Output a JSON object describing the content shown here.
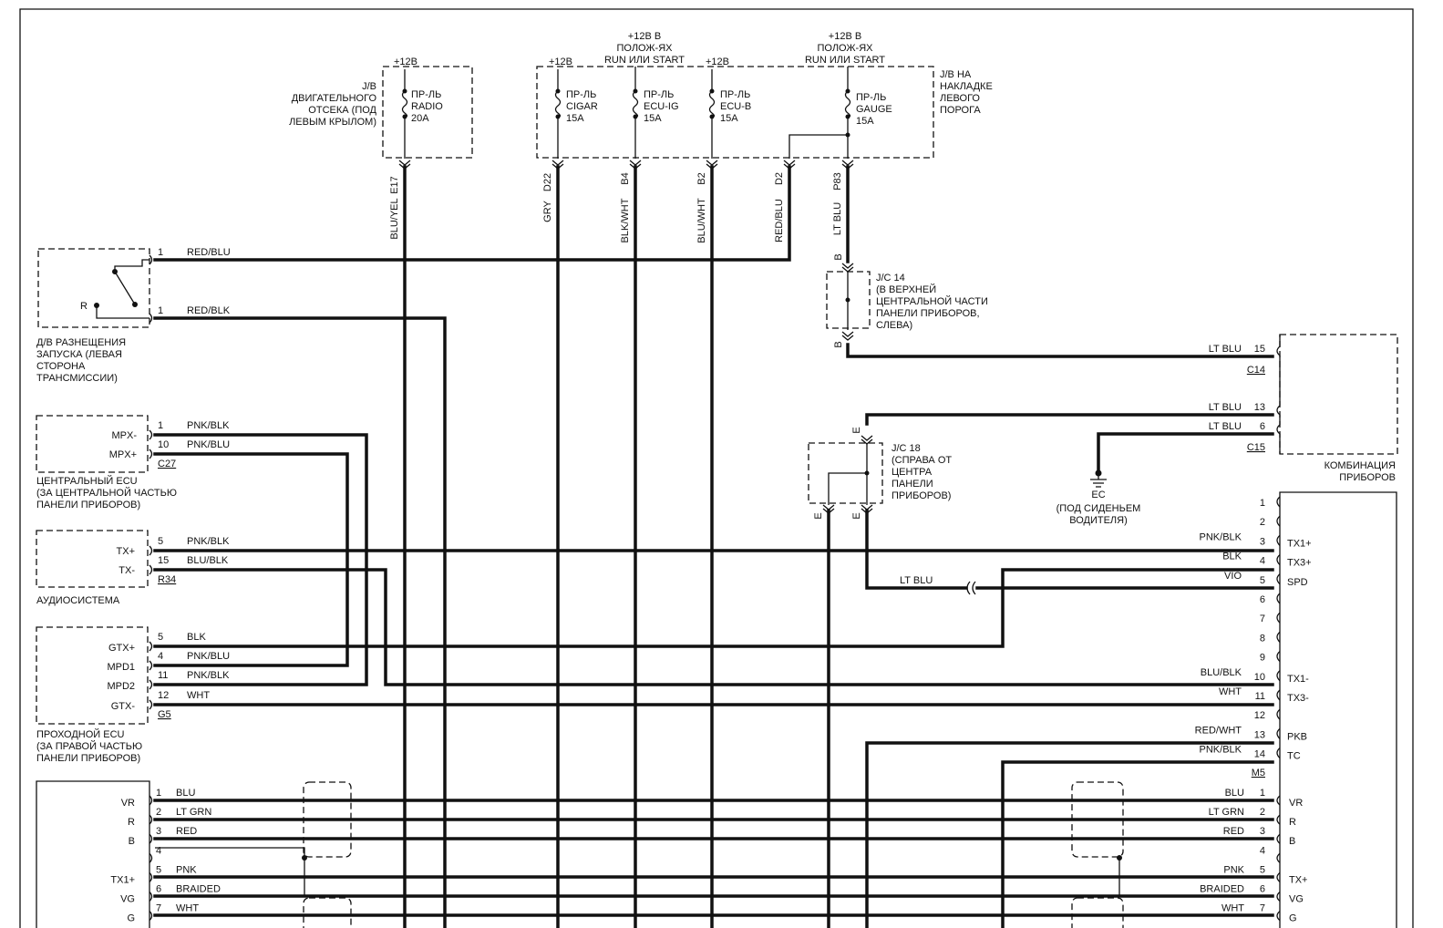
{
  "relay_block_engine": {
    "label": [
      "J/B",
      "ДВИГАТЕЛЬНОГО",
      "ОТСЕКА (ПОД",
      "ЛЕВЫМ КРЫЛОМ)"
    ],
    "supply": "+12В",
    "fuse": [
      "ПР-ЛЬ",
      "RADIO",
      "20A"
    ],
    "terminal": "E17",
    "wire": "BLU/YEL"
  },
  "relay_block_kick": {
    "label": [
      "J/B НА",
      "НАКЛАДКЕ",
      "ЛЕВОГО",
      "ПОРОГА"
    ],
    "header_run_start": [
      "+12В В",
      "ПОЛОЖ-ЯХ",
      "RUN ИЛИ START"
    ],
    "supply": "+12В",
    "fuses": [
      {
        "name": [
          "ПР-ЛЬ",
          "CIGAR",
          "15A"
        ],
        "terminal": "D22",
        "wire": "GRY"
      },
      {
        "name": [
          "ПР-ЛЬ",
          "ECU-IG",
          "15A"
        ],
        "terminal": "B4",
        "wire": "BLK/WHT"
      },
      {
        "name": [
          "ПР-ЛЬ",
          "ECU-B",
          "15A"
        ],
        "terminal": "B2",
        "wire": "BLU/WHT"
      },
      {
        "name": [
          "ПР-ЛЬ",
          "GAUGE",
          "15A"
        ],
        "terminal": "P83",
        "wire": "LT BLU"
      }
    ],
    "d2": {
      "terminal": "D2",
      "wire": "RED/BLU"
    }
  },
  "park_switch": {
    "label": [
      "Д/В РАЗНЕЩЕНИЯ",
      "ЗАПУСКА (ЛЕВАЯ",
      "СТОРОНА",
      "ТРАНСМИССИИ)"
    ],
    "pin_r": "R",
    "pins": [
      {
        "num": "1",
        "wire": "RED/BLU"
      },
      {
        "num": "1",
        "wire": "RED/BLK"
      }
    ]
  },
  "central_ecu": {
    "label": [
      "ЦЕНТРАЛЬНЫЙ ECU",
      "(ЗА ЦЕНТРАЛЬНОЙ ЧАСТЬЮ",
      "ПАНЕЛИ ПРИБОРОВ)"
    ],
    "connector": "C27",
    "pins": [
      {
        "name": "MPX-",
        "num": "1",
        "wire": "PNK/BLK"
      },
      {
        "name": "MPX+",
        "num": "10",
        "wire": "PNK/BLU"
      }
    ]
  },
  "audio": {
    "label": "АУДИОСИСТЕМА",
    "connector": "R34",
    "pins": [
      {
        "name": "TX+",
        "num": "5",
        "wire": "PNK/BLK"
      },
      {
        "name": "TX-",
        "num": "15",
        "wire": "BLU/BLK"
      }
    ]
  },
  "gateway_ecu": {
    "label": [
      "ПРОХОДНОЙ ECU",
      "(ЗА ПРАВОЙ ЧАСТЬЮ",
      "ПАНЕЛИ ПРИБОРОВ)"
    ],
    "connector": "G5",
    "pins": [
      {
        "name": "GTX+",
        "num": "5",
        "wire": "BLK"
      },
      {
        "name": "MPD1",
        "num": "4",
        "wire": "PNK/BLU"
      },
      {
        "name": "MPD2",
        "num": "11",
        "wire": "PNK/BLK"
      },
      {
        "name": "GTX-",
        "num": "12",
        "wire": "WHT"
      }
    ]
  },
  "jc14": {
    "label": [
      "J/C 14",
      "(В ВЕРХНЕЙ",
      "ЦЕНТРАЛЬНОЙ ЧАСТИ",
      "ПАНЕЛИ ПРИБОРОВ,",
      "СЛЕВА)"
    ],
    "pin": "B"
  },
  "jc18": {
    "label": [
      "J/C 18",
      "(СПРАВА ОТ",
      "ЦЕНТРА",
      "ПАНЕЛИ",
      "ПРИБОРОВ)"
    ],
    "pin": "E",
    "wire": "LT BLU"
  },
  "ground": {
    "name": "EC",
    "label": [
      "(ПОД СИДЕНЬЕМ",
      "ВОДИТЕЛЯ)"
    ]
  },
  "cluster": {
    "label": [
      "КОМБИНАЦИЯ",
      "ПРИБОРОВ"
    ],
    "c14": {
      "connector": "C14",
      "pins": [
        {
          "num": "15",
          "wire": "LT BLU"
        }
      ]
    },
    "c15": {
      "connector": "C15",
      "pins": [
        {
          "num": "13",
          "wire": "LT BLU"
        },
        {
          "num": "6",
          "wire": "LT BLU"
        }
      ]
    }
  },
  "m5": {
    "connector": "M5",
    "pins": [
      {
        "num": "1",
        "wire": "",
        "name": ""
      },
      {
        "num": "2",
        "wire": "",
        "name": ""
      },
      {
        "num": "3",
        "wire": "PNK/BLK",
        "name": "TX1+"
      },
      {
        "num": "4",
        "wire": "BLK",
        "name": "TX3+"
      },
      {
        "num": "5",
        "wire": "VIO",
        "name": "SPD"
      },
      {
        "num": "6",
        "wire": "",
        "name": ""
      },
      {
        "num": "7",
        "wire": "",
        "name": ""
      },
      {
        "num": "8",
        "wire": "",
        "name": ""
      },
      {
        "num": "9",
        "wire": "",
        "name": ""
      },
      {
        "num": "10",
        "wire": "BLU/BLK",
        "name": "TX1-"
      },
      {
        "num": "11",
        "wire": "WHT",
        "name": "TX3-"
      },
      {
        "num": "12",
        "wire": "",
        "name": ""
      },
      {
        "num": "13",
        "wire": "RED/WHT",
        "name": "PKB"
      },
      {
        "num": "14",
        "wire": "PNK/BLK",
        "name": "TC"
      }
    ]
  },
  "bottom_left": {
    "pins": [
      {
        "name": "VR",
        "num": "1",
        "wire": "BLU"
      },
      {
        "name": "R",
        "num": "2",
        "wire": "LT GRN"
      },
      {
        "name": "B",
        "num": "3",
        "wire": "RED"
      },
      {
        "name": "",
        "num": "4",
        "wire": ""
      },
      {
        "name": "TX1+",
        "num": "5",
        "wire": "PNK"
      },
      {
        "name": "VG",
        "num": "6",
        "wire": "BRAIDED"
      },
      {
        "name": "G",
        "num": "7",
        "wire": "WHT"
      }
    ]
  },
  "bottom_right": {
    "pins": [
      {
        "name": "VR",
        "num": "1",
        "wire": "BLU"
      },
      {
        "name": "R",
        "num": "2",
        "wire": "LT GRN"
      },
      {
        "name": "B",
        "num": "3",
        "wire": "RED"
      },
      {
        "name": "",
        "num": "4",
        "wire": ""
      },
      {
        "name": "TX+",
        "num": "5",
        "wire": "PNK"
      },
      {
        "name": "VG",
        "num": "6",
        "wire": "BRAIDED"
      },
      {
        "name": "G",
        "num": "7",
        "wire": "WHT"
      }
    ]
  }
}
